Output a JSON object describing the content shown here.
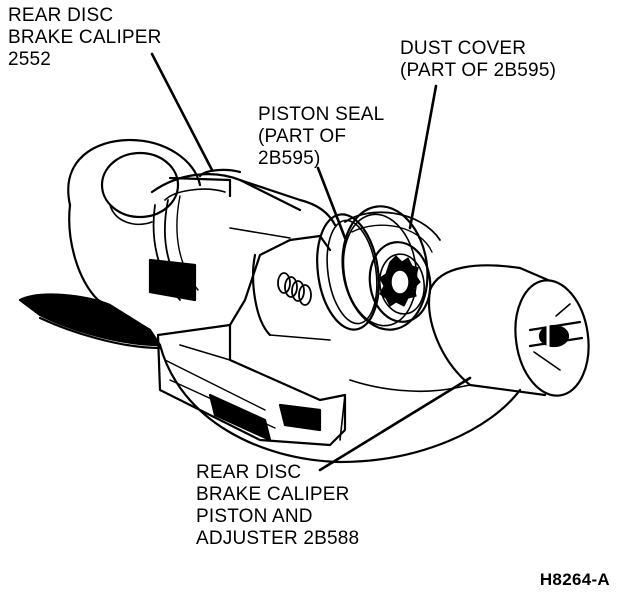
{
  "figure_id": "H8264-A",
  "callouts": {
    "caliper": {
      "line1": "REAR DISC",
      "line2": "BRAKE CALIPER",
      "line3": "2552"
    },
    "dust_cover": {
      "line1": "DUST COVER",
      "line2": "(PART OF 2B595)"
    },
    "piston_seal": {
      "line1": "PISTON SEAL",
      "line2": "(PART OF",
      "line3": "2B595)"
    },
    "piston_adjuster": {
      "line1": "REAR DISC",
      "line2": "BRAKE CALIPER",
      "line3": "PISTON AND",
      "line4": "ADJUSTER 2B588"
    }
  },
  "colors": {
    "ink": "#000000",
    "paper": "#ffffff"
  }
}
